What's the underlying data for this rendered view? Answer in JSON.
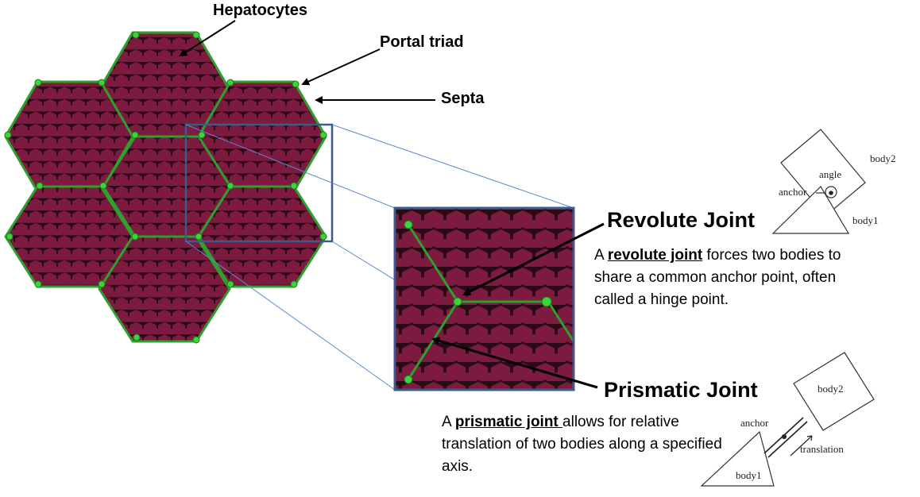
{
  "labels": {
    "hepatocytes": "Hepatocytes",
    "portal_triad": "Portal triad",
    "septa": "Septa"
  },
  "revolute": {
    "title": "Revolute Joint",
    "desc_prefix": "A ",
    "desc_keyword": "revolute joint",
    "desc_rest": " forces two bodies to share a common anchor point, often called a hinge point.",
    "sketch": {
      "body1": "body1",
      "body2": "body2",
      "anchor": "anchor",
      "angle": "angle"
    }
  },
  "prismatic": {
    "title": "Prismatic Joint",
    "desc_prefix": "A ",
    "desc_keyword": "prismatic joint ",
    "desc_rest": "allows for relative translation of two bodies along a specified axis.",
    "sketch": {
      "body1": "body1",
      "body2": "body2",
      "anchor": "anchor",
      "translation": "translation"
    }
  },
  "colors": {
    "cell_fill": "#7d1a3f",
    "cell_edge": "#2a0a16",
    "septa": "#2ea02e",
    "node": "#3cd33c",
    "zoom_box": "#3d5a8a",
    "zoom_line": "#5b8bd0"
  }
}
